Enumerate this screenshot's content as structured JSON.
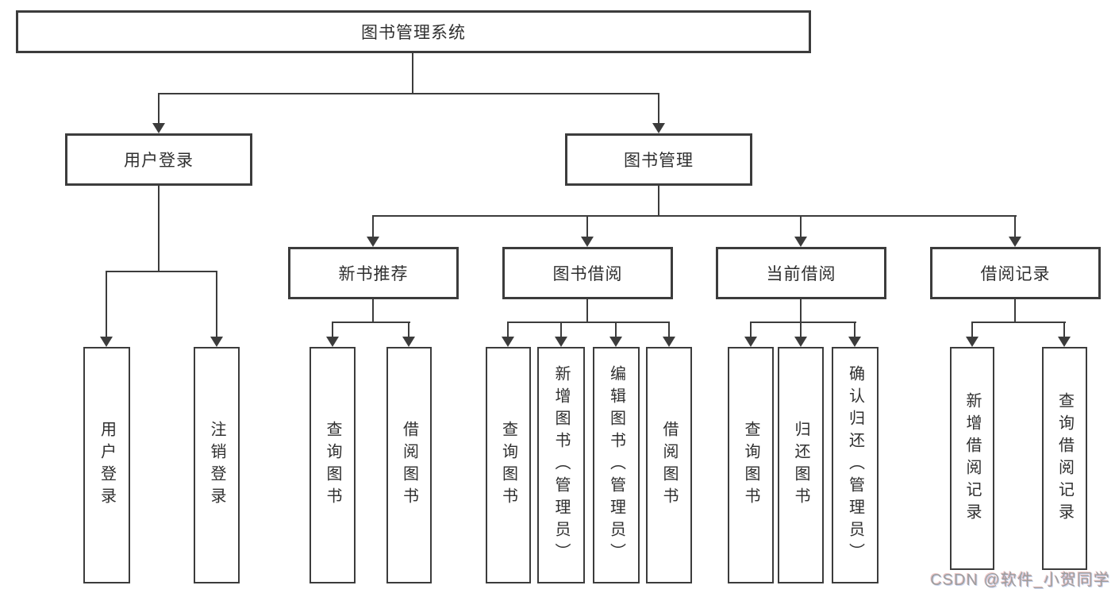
{
  "nodes": {
    "root": "图书管理系统",
    "user_login": "用户登录",
    "book_mgmt": "图书管理",
    "new_book_rec": "新书推荐",
    "book_borrow": "图书借阅",
    "current_borrow": "当前借阅",
    "borrow_records": "借阅记录",
    "leaf_user_login": "用户登录",
    "leaf_logout": "注销登录",
    "leaf_rec_query_book": "查询图书",
    "leaf_rec_borrow_book": "借阅图书",
    "leaf_bb_query_book": "查询图书",
    "leaf_bb_add_book": "新增图书（管理员）",
    "leaf_bb_edit_book": "编辑图书（管理员）",
    "leaf_bb_borrow_book": "借阅图书",
    "leaf_cb_query_book": "查询图书",
    "leaf_cb_return_book": "归还图书",
    "leaf_cb_confirm_return": "确认归还（管理员）",
    "leaf_br_add_record": "新增借阅记录",
    "leaf_br_query_record": "查询借阅记录"
  },
  "watermark": "CSDN @软件_小贺同学",
  "colors": {
    "line": "#3c3c3c",
    "text": "#2f2f2f",
    "background": "#ffffff",
    "watermark": "#9e9e9e"
  }
}
